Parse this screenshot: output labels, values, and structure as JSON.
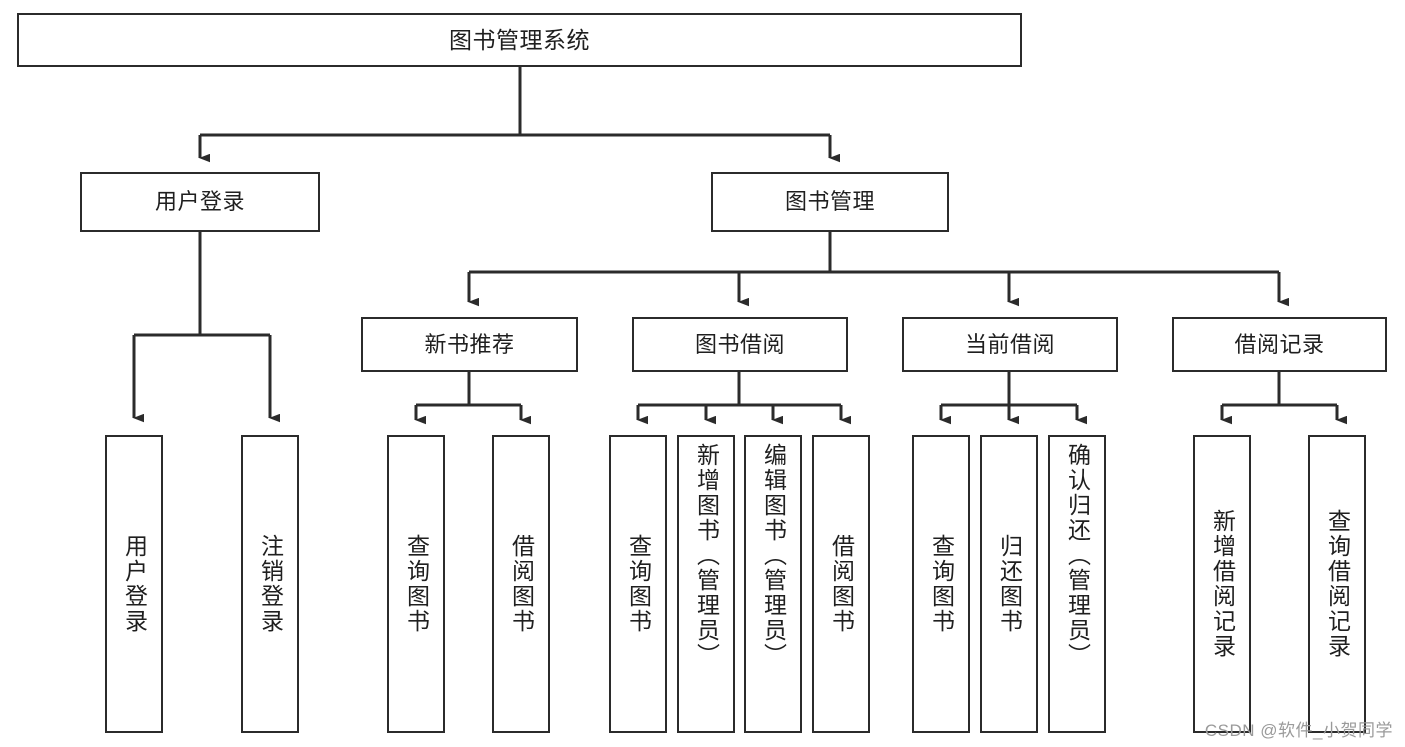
{
  "diagram": {
    "type": "tree",
    "title": "图书管理系统",
    "colors": {
      "background": "#ffffff",
      "box_border": "#2b2b2b",
      "box_fill": "#ffffff",
      "text": "#1f1f1f",
      "edge": "#2b2b2b",
      "watermark": "#9a9a9a"
    },
    "root": {
      "label": "图书管理系统"
    },
    "level2": [
      {
        "id": "user-login",
        "label": "用户登录"
      },
      {
        "id": "book-manage",
        "label": "图书管理"
      }
    ],
    "level3": [
      {
        "id": "new-book-recommend",
        "label": "新书推荐"
      },
      {
        "id": "book-borrow",
        "label": "图书借阅"
      },
      {
        "id": "current-borrow",
        "label": "当前借阅"
      },
      {
        "id": "borrow-record",
        "label": "借阅记录"
      }
    ],
    "leaves": {
      "user-login": [
        {
          "id": "leaf-user-login",
          "label": "用户登录"
        },
        {
          "id": "leaf-logout-login",
          "label": "注销登录"
        }
      ],
      "new-book-recommend": [
        {
          "id": "leaf-query-book-1",
          "label": "查询图书"
        },
        {
          "id": "leaf-borrow-book-1",
          "label": "借阅图书"
        }
      ],
      "book-borrow": [
        {
          "id": "leaf-query-book-2",
          "label": "查询图书"
        },
        {
          "id": "leaf-add-book-admin",
          "label": "新增图书（管理员）"
        },
        {
          "id": "leaf-edit-book-admin",
          "label": "编辑图书（管理员）"
        },
        {
          "id": "leaf-borrow-book-2",
          "label": "借阅图书"
        }
      ],
      "current-borrow": [
        {
          "id": "leaf-query-book-3",
          "label": "查询图书"
        },
        {
          "id": "leaf-return-book",
          "label": "归还图书"
        },
        {
          "id": "leaf-confirm-return-admin",
          "label": "确认归还（管理员）"
        }
      ],
      "borrow-record": [
        {
          "id": "leaf-add-borrow-record",
          "label": "新增借阅记录"
        },
        {
          "id": "leaf-query-borrow-record",
          "label": "查询借阅记录"
        }
      ]
    },
    "watermark": "CSDN @软件_小贺同学"
  }
}
